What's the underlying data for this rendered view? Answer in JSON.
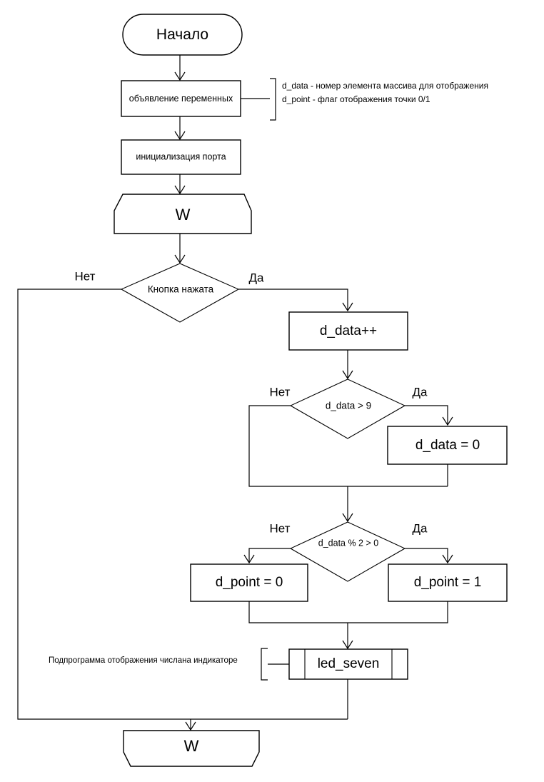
{
  "diagram": {
    "title_language": "ru",
    "background_color": "#ffffff",
    "line_color": "#000000",
    "nodes": {
      "start": {
        "label": "Начало",
        "shape": "terminator"
      },
      "declare_vars": {
        "label": "объявление переменных",
        "shape": "process"
      },
      "init_port": {
        "label": "инициализация порта",
        "shape": "process"
      },
      "loop_top": {
        "label": "W",
        "shape": "loop-start"
      },
      "button_pressed": {
        "label": "Кнопка нажата",
        "shape": "decision"
      },
      "increment": {
        "label": "d_data++",
        "shape": "process"
      },
      "check_greater": {
        "label": "d_data > 9",
        "shape": "decision"
      },
      "reset_data": {
        "label": "d_data = 0",
        "shape": "process"
      },
      "check_modulo": {
        "label": "d_data % 2 > 0",
        "shape": "decision"
      },
      "point_zero": {
        "label": "d_point = 0",
        "shape": "process"
      },
      "point_one": {
        "label": "d_point = 1",
        "shape": "process"
      },
      "led_seven": {
        "label": "led_seven",
        "shape": "predefined-process"
      },
      "loop_bottom": {
        "label": "W",
        "shape": "loop-end"
      }
    },
    "branch_labels": {
      "no": "Нет",
      "yes": "Да",
      "button_no": "Нет",
      "button_yes": "Да",
      "greater_no": "Нет",
      "greater_yes": "Да",
      "modulo_no": "Нет",
      "modulo_yes": "Да"
    },
    "annotations": {
      "variables_note_line1": "d_data - номер элемента массива для отображения",
      "variables_note_line2": "d_point - флаг отображения точки 0/1",
      "subroutine_note": "Подпрограмма отображения числана индикаторе"
    }
  }
}
